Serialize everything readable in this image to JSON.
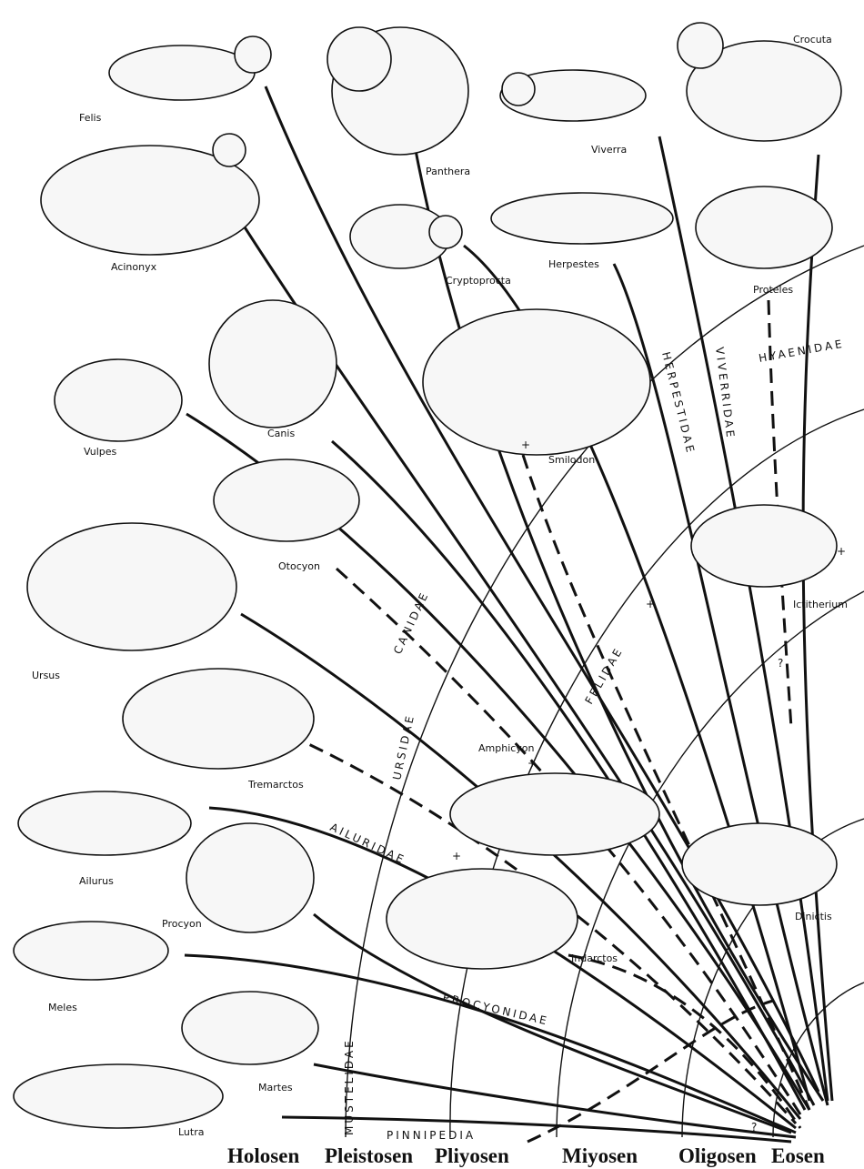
{
  "genera": [
    "Felis",
    "Panthera",
    "Viverra",
    "Crocuta",
    "Acinonyx",
    "Cryptoprocta",
    "Herpestes",
    "Proteles",
    "Vulpes",
    "Canis",
    "Smilodon",
    "Otocyon",
    "Ictitherium",
    "Ursus",
    "Amphicyon",
    "Tremarctos",
    "Dinictis",
    "Ailurus",
    "Procyon",
    "Indarctos",
    "Meles",
    "Martes",
    "Lutra"
  ],
  "families": [
    "CANIDAE",
    "FELIDAE",
    "HERPESTIDAE",
    "VIVERRIDAE",
    "HYAENIDAE",
    "URSIDAE",
    "AILURIDAE",
    "PROCYONIDAE",
    "MUSTELIDAE",
    "PINNIPEDIA"
  ],
  "epochs": [
    "Holosen",
    "Pleistosen",
    "Pliyosen",
    "Miyosen",
    "Oligosen",
    "Eosen"
  ],
  "markers": {
    "extinct": "+",
    "uncertain": "?"
  }
}
